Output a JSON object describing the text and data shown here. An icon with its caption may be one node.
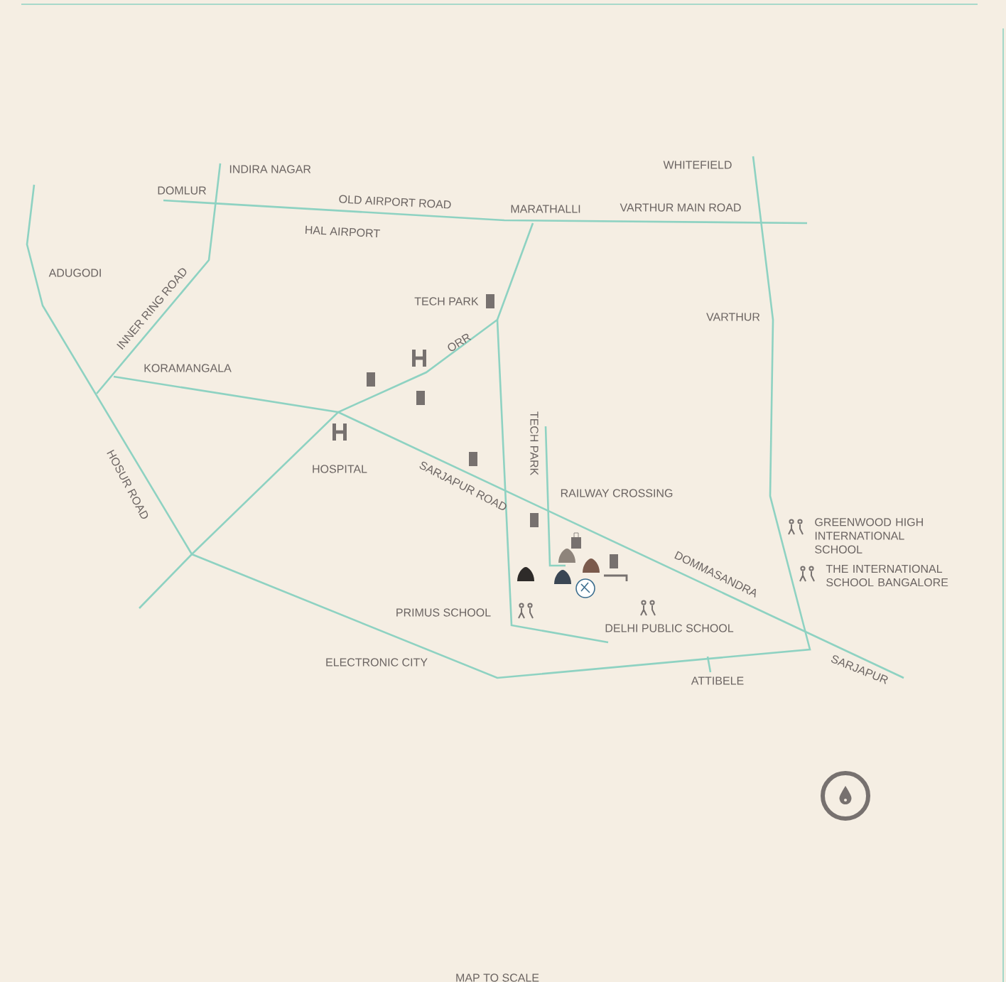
{
  "diagram": {
    "labels": [
      "INDIRA NAGAR",
      "WHITEFIELD",
      "DOMLUR",
      "OLD AIRPORT ROAD",
      "MARATHALLI",
      "VARTHUR MAIN ROAD",
      "HAL AIRPORT",
      "ADUGODI",
      "TECH PARK",
      "INNER RING ROAD",
      "VARTHUR",
      "ORR",
      "KORAMANGALA",
      "TECH PARK",
      "HOSPITAL",
      "HOSUR ROAD",
      "SARJAPUR ROAD",
      "RAILWAY CROSSING",
      "DOMMASANDRA",
      "GREENWOOD HIGH INTERNATIONAL SCHOOL",
      "THE INTERNATIONAL SCHOOL BANGALORE",
      "PRIMUS SCHOOL",
      "DELHI PUBLIC SCHOOL",
      "ELECTRONIC CITY",
      "ATTIBELE",
      "SARJAPUR",
      "MAP TO SCALE"
    ]
  }
}
